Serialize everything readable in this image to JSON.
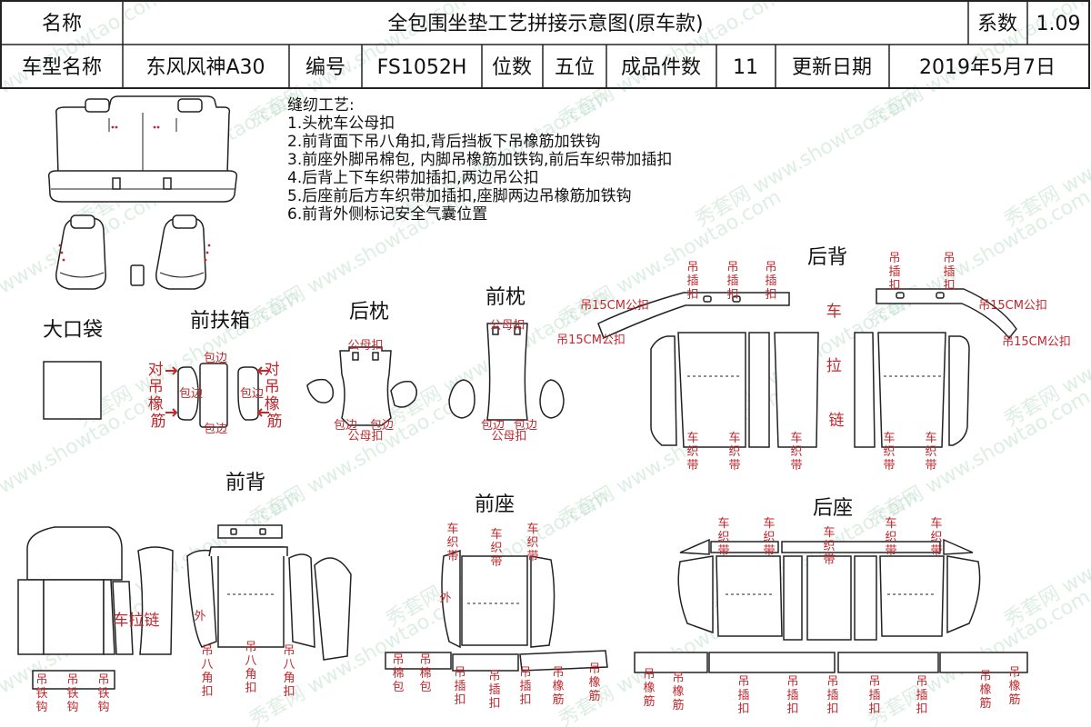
{
  "header": {
    "name_label": "名称",
    "title": "全包围坐垫工艺拼接示意图(原车款)",
    "series_label": "系数",
    "series_value": "1.09",
    "model_label": "车型名称",
    "model_value": "东风风神A30",
    "code_label": "编号",
    "code_value": "FS1052H",
    "seats_label": "位数",
    "seats_value": "五位",
    "pieces_label": "成品件数",
    "pieces_value": "11",
    "date_label": "更新日期",
    "date_value": "2019年5月7日"
  },
  "notes": {
    "heading": "缝纫工艺:",
    "items": [
      "1.头枕车公母扣",
      "2.前背面下吊八角扣,背后挡板下吊橡筋加铁钩",
      "3.前座外脚吊棉包, 内脚吊橡筋加铁钩,前后车织带加插扣",
      "4.后背上下车织带加插扣,两边吊公扣",
      "5.后座前后方车织带加插扣,座脚两边吊橡筋加铁钩",
      "6.前背外侧标记安全气囊位置"
    ]
  },
  "sections": {
    "big_pocket": "大口袋",
    "front_armrest": "前扶箱",
    "rear_headrest": "后枕",
    "front_headrest": "前枕",
    "rear_back": "后背",
    "front_back": "前背",
    "front_seat": "前座",
    "rear_seat": "后座"
  },
  "labels": {
    "hang_15cm": "吊15CM公扣",
    "zipper_vertical": "车拉链",
    "zipper": "车拉链",
    "binding": "包边",
    "pair_elastic": "对吊橡筋",
    "hang_buckle": "吊插扣",
    "webbing": "车织带",
    "male_female": "公母扣",
    "hang_hook": "吊铁钩",
    "hang_octagon": "吊八角扣",
    "outer": "外",
    "hang_cotton": "吊棉包",
    "hang_elastic": "吊橡筋"
  },
  "watermark": {
    "site": "www.showtao.com",
    "brand": "秀套网"
  }
}
